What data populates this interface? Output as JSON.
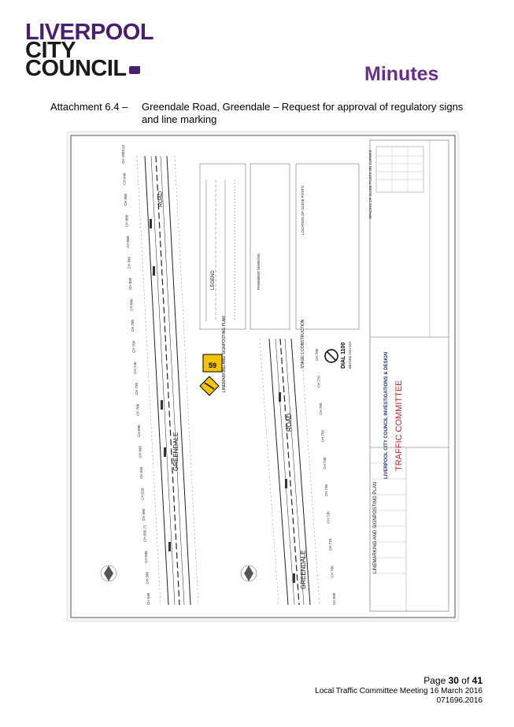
{
  "header": {
    "logo_line1": "LIVERPOOL",
    "logo_line2": "CITY",
    "logo_line3": "COUNCIL",
    "minutes_title": "Minutes",
    "colors": {
      "logo_purple": "#4b1f6f",
      "minutes_purple": "#6b2c8f"
    }
  },
  "attachment": {
    "label": "Attachment 6.4 –",
    "text": "Greendale Road, Greendale – Request for approval of regulatory signs and line marking"
  },
  "plan": {
    "road_name_top": "ROAD",
    "road_name_mid": "GREENDALE",
    "road_name_right": "ROAD",
    "road_name_right2": "GREENDALE",
    "plan_title": "LINEMARKING AND SIGNPOSTING PLAN",
    "plan_title_2": "LINEMARKING AND SIGNPOSTING PLAN",
    "legend_title": "LEGEND",
    "pavement_marking_title": "PAVEMENT MARKING",
    "guide_posts_title": "LOCATION OF GUIDE POSTS",
    "guide_spacing_title": "SPACING OF GUIDE POSTS ON CURVES",
    "speed_sign": "59",
    "dial_text": "DIAL 1100",
    "dial_sub": "BEFORE YOU DIG",
    "council_block": "LIVERPOOL CITY COUNCIL INVESTIGATIONS & DESIGN",
    "committee": "TRAFFIC COMMITTEE",
    "stage": "STAGE 1 CONSTRUCTION",
    "chainages_left": [
      "CH 1003.14",
      "CH 940",
      "CH 900",
      "CH 880",
      "CH 860",
      "CH 840",
      "CH 820",
      "CH 800",
      "CH 780",
      "CH 760",
      "CH 740",
      "CH 720",
      "CH 700",
      "CH 680",
      "CH 660",
      "CH 640",
      "CH 620",
      "CH 600",
      "CH 585.71",
      "CH 580",
      "CH 560",
      "CH 540"
    ],
    "chainages_right": [
      "CH 780",
      "CH 770",
      "CH 760",
      "CH 750",
      "CH 740",
      "CH 730",
      "CH 720",
      "CH 710",
      "CH 700",
      "CH 690"
    ]
  },
  "footer": {
    "page_prefix": "Page ",
    "page_number": "30",
    "page_of": " of ",
    "page_total": "41",
    "meeting": "Local Traffic Committee Meeting 16 March 2016",
    "ref": "071696.2016"
  }
}
